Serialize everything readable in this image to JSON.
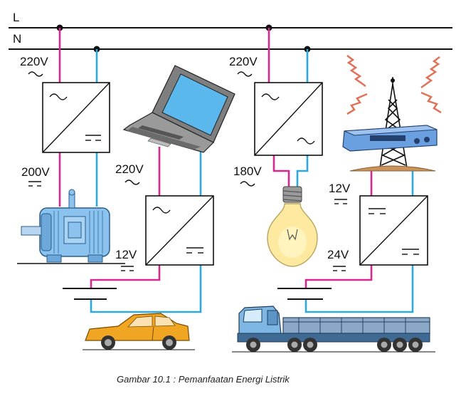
{
  "bus": {
    "line": "L",
    "neutral": "N"
  },
  "labels": {
    "v220_a": "220V",
    "v200": "200V",
    "v220_b": "220V",
    "v12_a": "12V",
    "v220_c": "220V",
    "v180": "180V",
    "v12_b": "12V",
    "v24": "24V"
  },
  "caption": "Gambar 10.1 : Pemanfaatan Energi Listrik",
  "colors": {
    "line_wire": "#d6288f",
    "neutral_wire": "#2ea9e0",
    "bus": "#111111",
    "motor": "#8cc2ee",
    "laptop": "#7f7f7f",
    "screen": "#5ab8ec",
    "car": "#f0a622",
    "truck_cab": "#7fb7e4",
    "trailer": "#8aa9c8",
    "bulb": "#fde9a0",
    "radio": "#6a9fe0",
    "tower_waves": "#e0725a"
  },
  "icons": [
    "ac-symbol",
    "dc-symbol",
    "ground-symbol",
    "motor-icon",
    "laptop-icon",
    "light-bulb-icon",
    "radio-tower-icon",
    "car-icon",
    "truck-icon"
  ]
}
